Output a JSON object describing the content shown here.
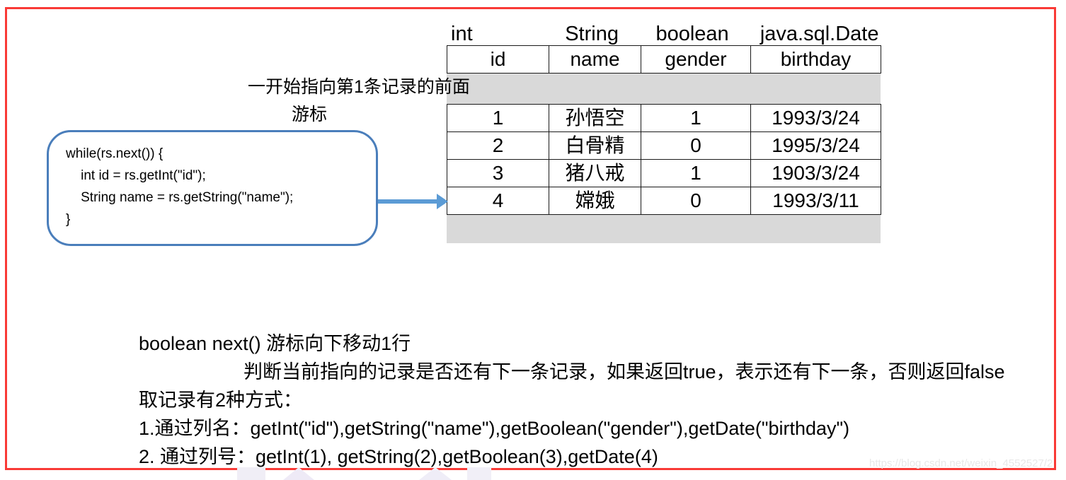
{
  "frame": {
    "border_color": "#f93a36"
  },
  "result_set": {
    "java_types": [
      "int",
      "String",
      "boolean",
      "java.sql.Date"
    ],
    "columns": [
      "id",
      "name",
      "gender",
      "birthday"
    ],
    "rows": [
      {
        "id": "1",
        "name": "孙悟空",
        "gender": "1",
        "birthday": "1993/3/24"
      },
      {
        "id": "2",
        "name": "白骨精",
        "gender": "0",
        "birthday": "1995/3/24"
      },
      {
        "id": "3",
        "name": "猪八戒",
        "gender": "1",
        "birthday": "1903/3/24"
      },
      {
        "id": "4",
        "name": "嫦娥",
        "gender": "0",
        "birthday": "1993/3/11"
      }
    ],
    "band_color": "#d9d9d9"
  },
  "annotations": {
    "initial_position": "一开始指向第1条记录的前面",
    "cursor_label": "游标"
  },
  "code_box": {
    "border_color": "#4a7ebb",
    "code": "while(rs.next()) {\n    int id = rs.getInt(\"id\");\n    String name = rs.getString(\"name\");\n}"
  },
  "arrow": {
    "color": "#5b9bd5",
    "points_to_row": 3
  },
  "notes": [
    "boolean next() 游标向下移动1行",
    "判断当前指向的记录是否还有下一条记录，如果返回true，表示还有下一条，否则返回false",
    "取记录有2种方式：",
    "1.通过列名：getInt(\"id\"),getString(\"name\"),getBoolean(\"gender\"),getDate(\"birthday\")",
    "2. 通过列号：getInt(1), getString(2),getBoolean(3),getDate(4)"
  ],
  "watermark": {
    "text": "https://blog.csdn.net/weixin_4552527/2"
  }
}
